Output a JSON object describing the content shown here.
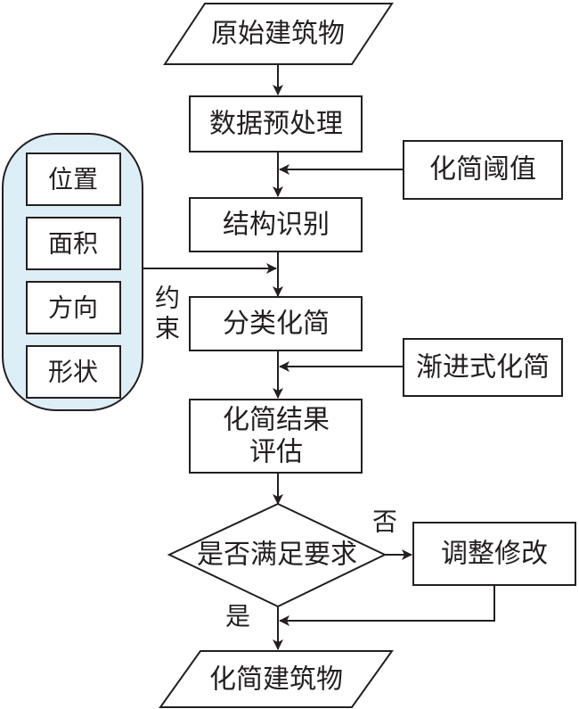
{
  "flow": {
    "input_building": "原始建筑物",
    "preprocess": "数据预处理",
    "structure_recognition": "结构识别",
    "classify_simplify": "分类化简",
    "evaluation_line1": "化简结果",
    "evaluation_line2": "评估",
    "decision": "是否满足要求",
    "adjust": "调整修改",
    "output_building": "化简建筑物"
  },
  "side_inputs": {
    "threshold": "化简阈值",
    "progressive": "渐进式化简"
  },
  "constraints": {
    "label_line1": "约",
    "label_line2": "束",
    "items": [
      "位置",
      "面积",
      "方向",
      "形状"
    ]
  },
  "branch_labels": {
    "no": "否",
    "yes": "是"
  },
  "colors": {
    "stroke": "#231f20",
    "constraint_fill": "#deeef7"
  }
}
